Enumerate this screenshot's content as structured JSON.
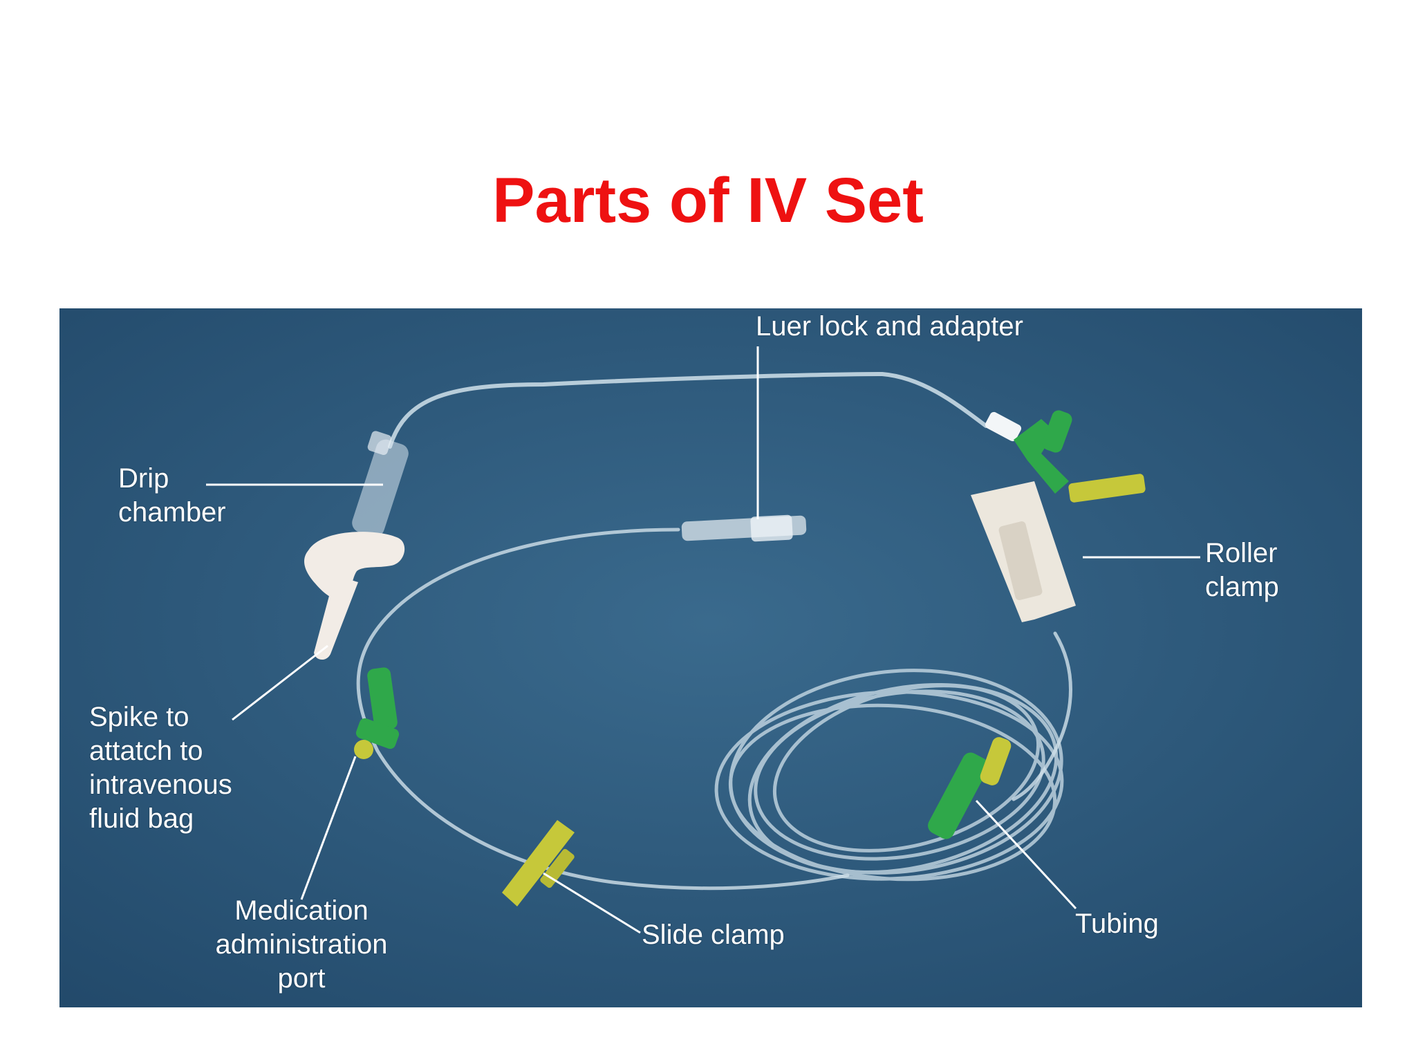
{
  "slide": {
    "title": "Parts of IV Set"
  },
  "photo": {
    "background_color": "#2a5677",
    "labels": {
      "luer_lock": "Luer lock and adapter",
      "drip_chamber": "Drip\nchamber",
      "roller_clamp": "Roller\nclamp",
      "spike": "Spike to\nattatch to\nintravenous\nfluid bag",
      "medication_port": "Medication\nadministration\nport",
      "slide_clamp": "Slide clamp",
      "tubing": "Tubing"
    },
    "colors": {
      "title": "#ee1111",
      "tube": "#c8d9e4",
      "spike_body": "#f2ece6",
      "green_part": "#2fa84a",
      "yellow_part": "#c6c83a",
      "roller_clamp_body": "#ece7dd"
    }
  }
}
